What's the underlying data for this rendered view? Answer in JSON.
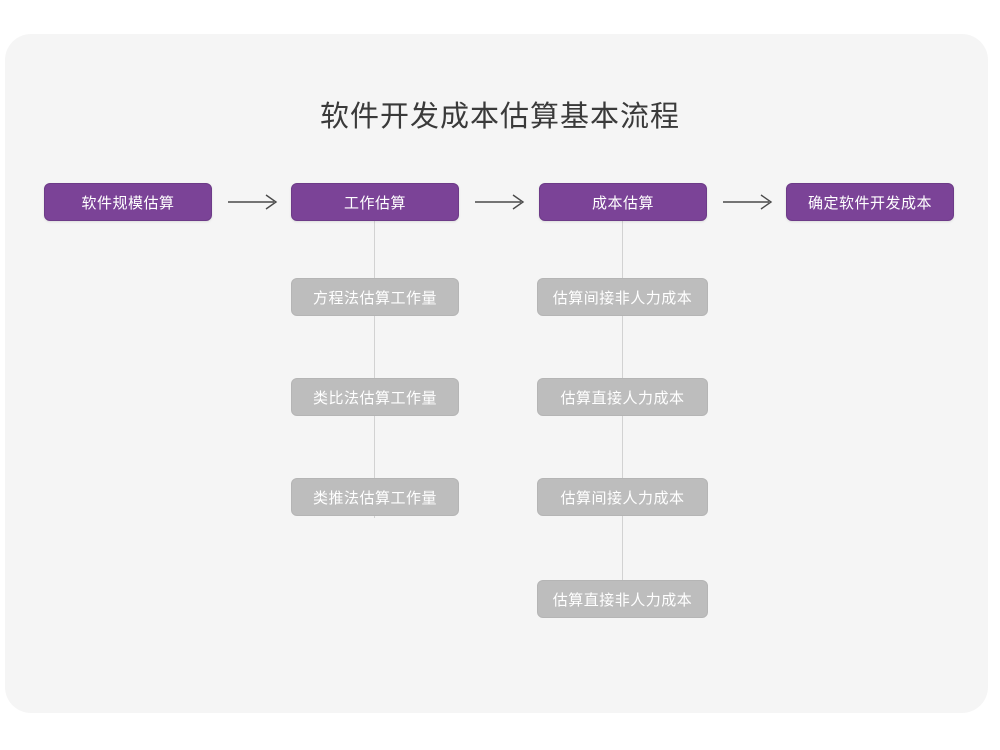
{
  "page": {
    "title": "软件开发成本估算基本流程",
    "card_background": "#f5f5f5",
    "page_background": "#ffffff"
  },
  "theme": {
    "primary_color": "#7b4397",
    "secondary_color": "#bdbdbd",
    "connector_color": "#d2d2d2",
    "arrow_color": "#4a4a4a",
    "title_color": "#3a3a3a"
  },
  "flow": {
    "stages": [
      {
        "id": "stage-1",
        "label": "软件规模估算",
        "substeps": []
      },
      {
        "id": "stage-2",
        "label": "工作估算",
        "substeps": [
          "方程法估算工作量",
          "类比法估算工作量",
          "类推法估算工作量"
        ]
      },
      {
        "id": "stage-3",
        "label": "成本估算",
        "substeps": [
          "估算间接非人力成本",
          "估算直接人力成本",
          "估算间接人力成本",
          "估算直接非人力成本"
        ]
      },
      {
        "id": "stage-4",
        "label": "确定软件开发成本",
        "substeps": []
      }
    ],
    "arrows": [
      {
        "id": "arrow-1",
        "icon": "arrow-right-icon"
      },
      {
        "id": "arrow-2",
        "icon": "arrow-right-icon"
      },
      {
        "id": "arrow-3",
        "icon": "arrow-right-icon"
      }
    ]
  }
}
